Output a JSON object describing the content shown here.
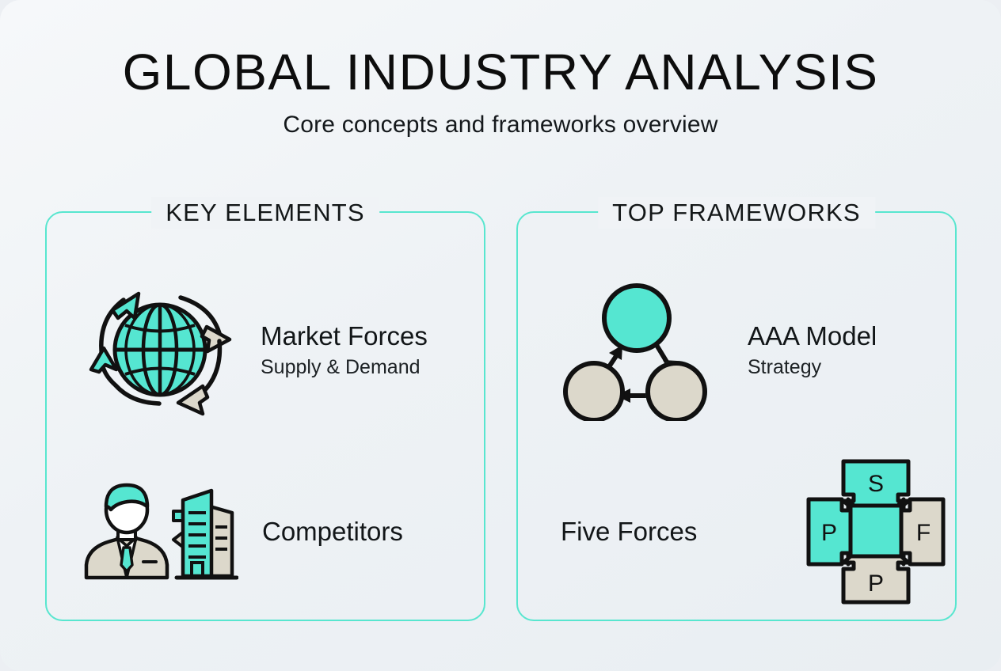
{
  "header": {
    "title": "GLOBAL INDUSTRY ANALYSIS",
    "subtitle": "Core concepts and frameworks overview"
  },
  "panels": {
    "left": {
      "legend": "KEY ELEMENTS",
      "items": [
        {
          "title": "Market Forces",
          "subtitle": "Supply & Demand",
          "icon": "globe-cycle-icon"
        },
        {
          "title": "Competitors",
          "subtitle": "",
          "icon": "businessman-buildings-icon"
        }
      ]
    },
    "right": {
      "legend": "TOP FRAMEWORKS",
      "items": [
        {
          "title": "AAA Model",
          "subtitle": "Strategy",
          "icon": "three-circle-cycle-icon"
        },
        {
          "title": "Five Forces",
          "subtitle": "",
          "icon": "five-forces-icon",
          "force_labels": {
            "top": "S",
            "left": "P",
            "right": "F",
            "bottom": "P"
          }
        }
      ]
    }
  },
  "colors": {
    "accent_teal": "#55e6d1",
    "accent_teal_light": "#6deedb",
    "beige": "#dcd8cb",
    "outline": "#111111",
    "text": "#121618",
    "background_light": "#f3f6f8",
    "background_dark": "#e9eef2"
  }
}
